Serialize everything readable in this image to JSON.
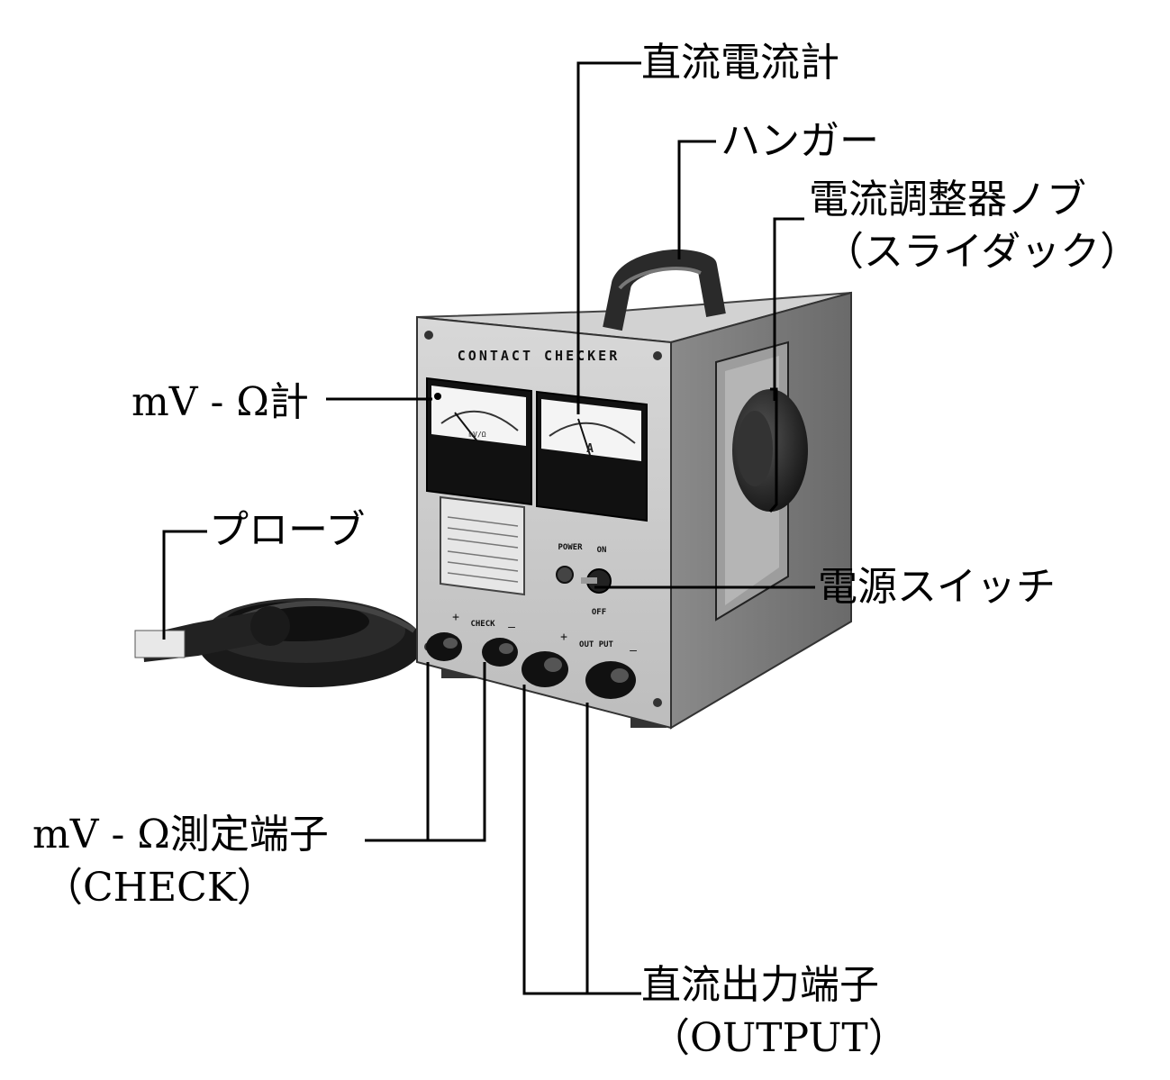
{
  "device": {
    "panel_title": "CONTACT CHECKER",
    "left_meter_label": "mV/Ω",
    "right_meter_label": "A",
    "power_label": "POWER",
    "on_label": "ON",
    "off_label": "OFF",
    "check_label": "CHECK",
    "output_label": "OUT PUT",
    "plus": "+",
    "minus": "—"
  },
  "labels": {
    "dc_ammeter": "直流電流計",
    "hanger": "ハンガー",
    "knob_line1": "電流調整器ノブ",
    "knob_line2": "（スライダック）",
    "mv_meter": "mV - Ω計",
    "probe": "プローブ",
    "power_switch": "電源スイッチ",
    "check_terminal_line1": "mV - Ω測定端子",
    "check_terminal_line2": "（CHECK）",
    "output_terminal_line1": "直流出力端子",
    "output_terminal_line2": "（OUTPUT）"
  }
}
